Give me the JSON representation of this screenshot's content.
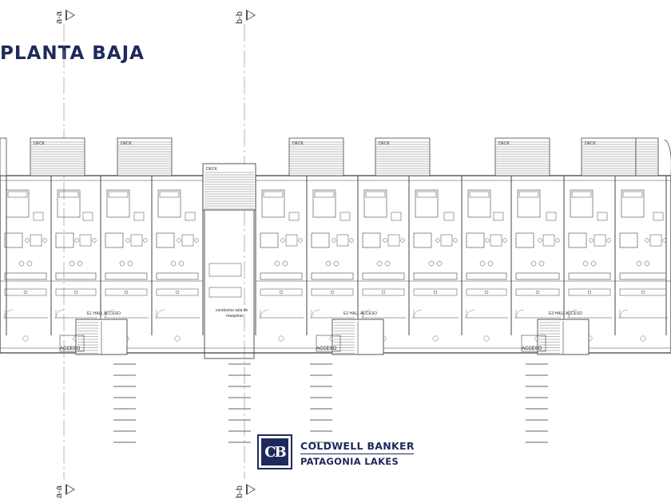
{
  "title": "PLANTA BAJA",
  "section_markers": {
    "a_top": "a-a",
    "b_top": "b-b",
    "a_bottom": "a-a",
    "b_bottom": "b-b"
  },
  "deck_label": "DECK",
  "hall_labels": [
    "E1 HALL ACCESO",
    "E2 HALL ACCESO",
    "E3 HALL ACCESO"
  ],
  "access_label": "ACCESO",
  "machine_room_label": [
    "conductos sala de",
    "maquinas"
  ],
  "brand": {
    "logo_letters": "CB",
    "name_line1": "COLDWELL BANKER",
    "name_line2": "PATAGONIA LAKES",
    "color": "#1f2a5c"
  }
}
